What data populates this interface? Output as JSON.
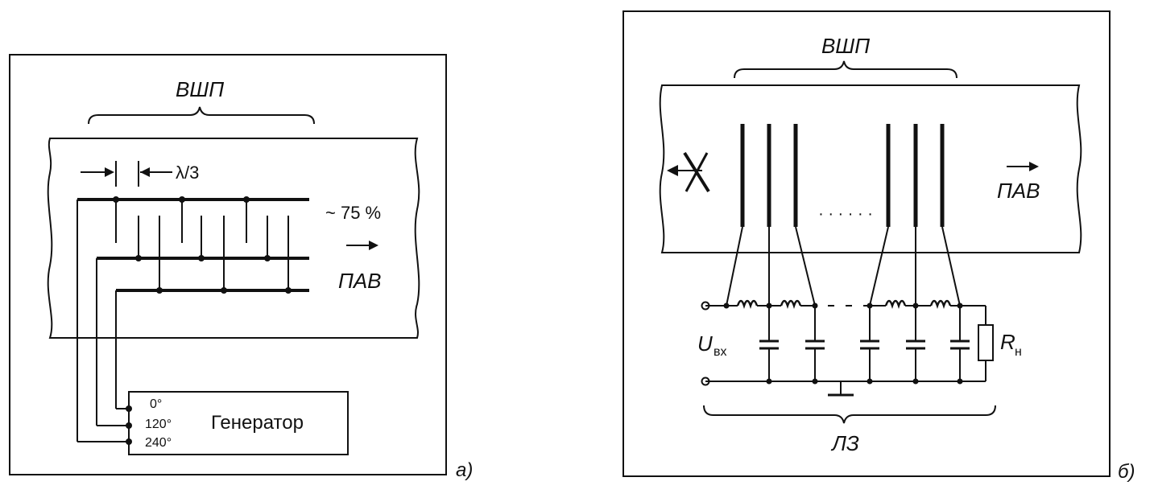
{
  "panel_a": {
    "caption": "а)",
    "transducer_label": "ВШП",
    "pitch_label": "λ/3",
    "efficiency_label": "~ 75 %",
    "wave_label": "ПАВ",
    "generator_label": "Генератор",
    "phase_0": "0°",
    "phase_120": "120°",
    "phase_240": "240°"
  },
  "panel_b": {
    "caption": "б)",
    "transducer_label": "ВШП",
    "wave_label": "ПАВ",
    "dots": "· · · · · ·",
    "input_u": "U",
    "input_sub": "вх",
    "load_r": "R",
    "load_sub": "н",
    "delay_line_label": "ЛЗ"
  },
  "colors": {
    "ink": "#111111",
    "background": "#ffffff"
  }
}
